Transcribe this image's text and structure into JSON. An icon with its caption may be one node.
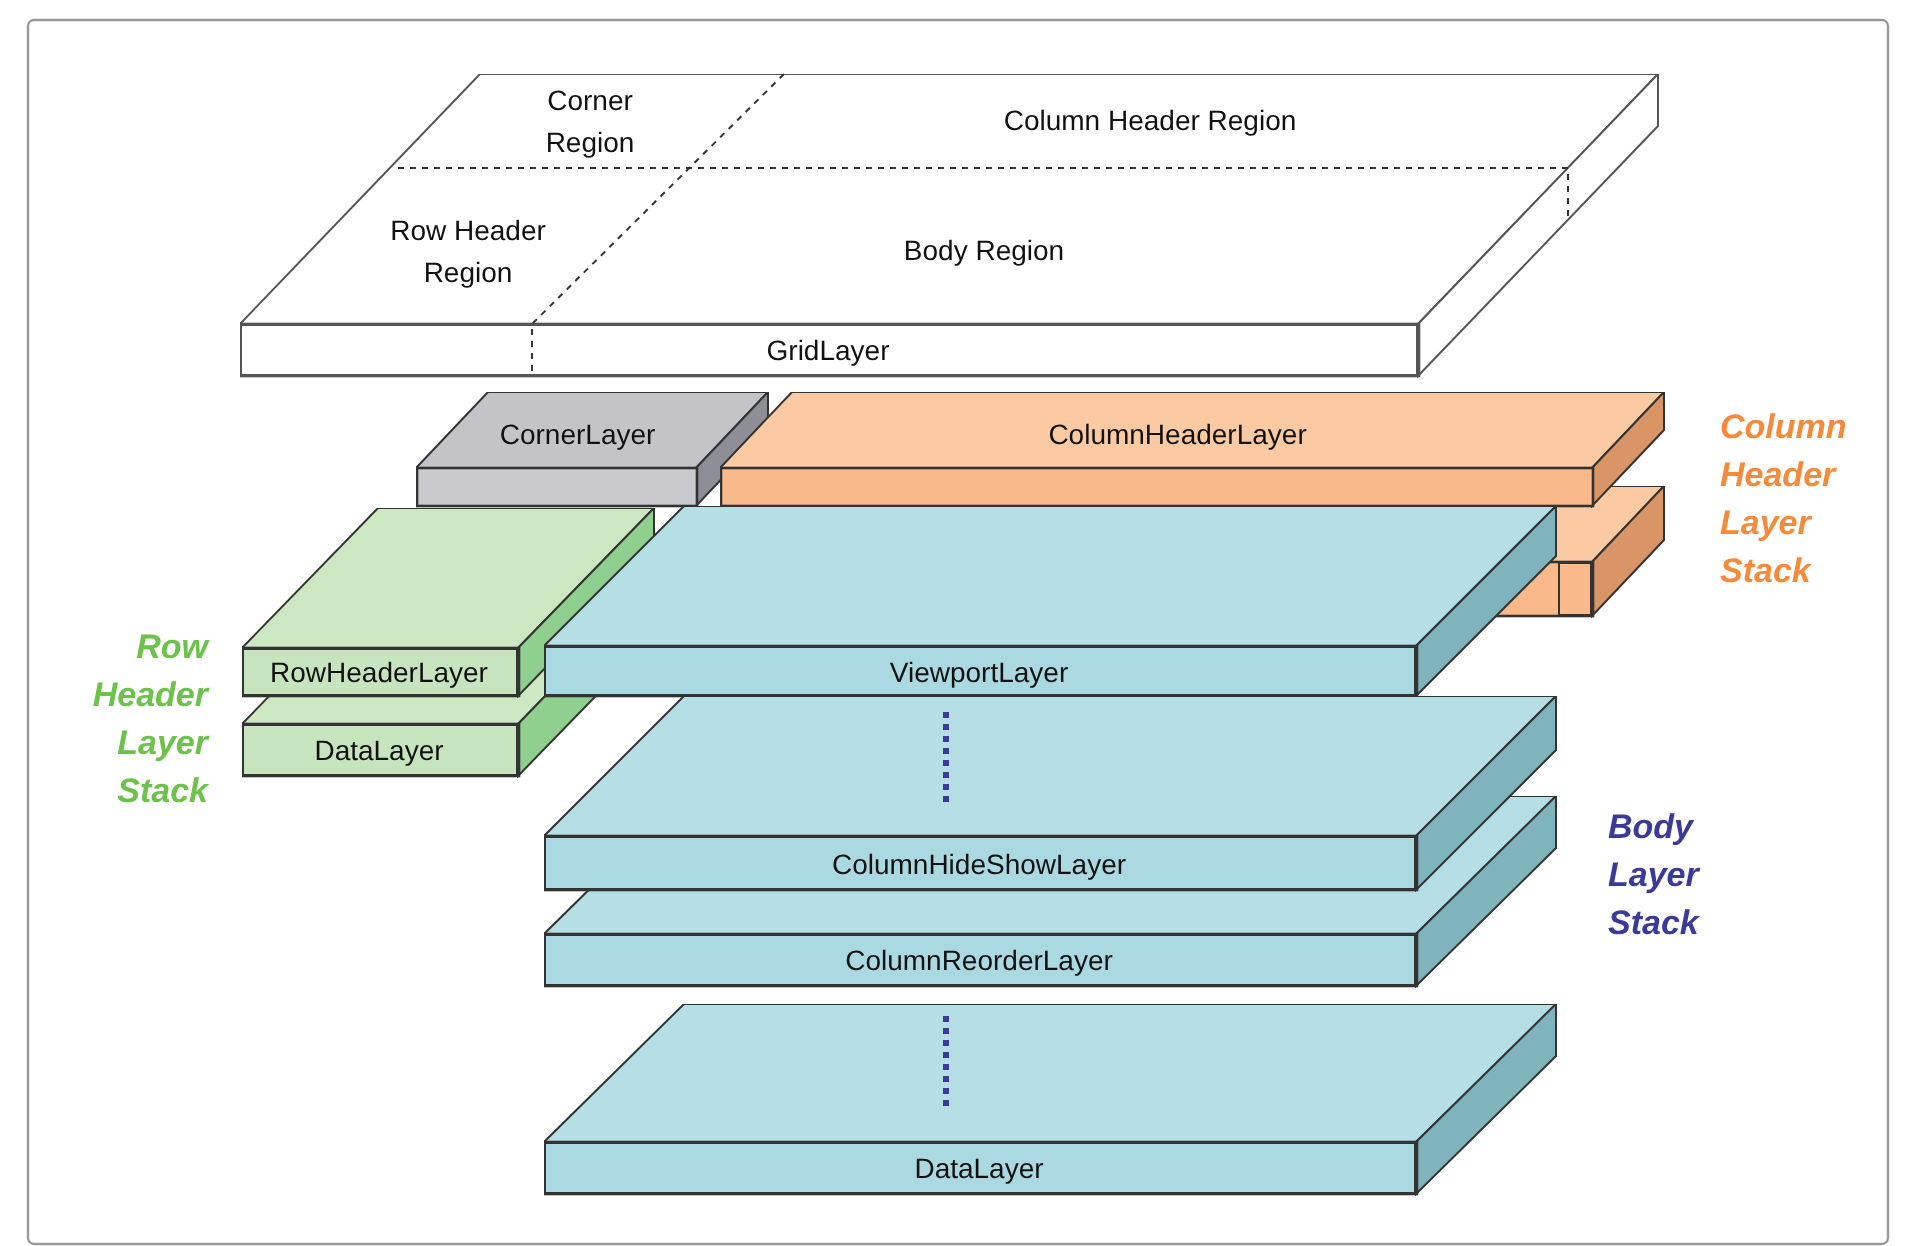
{
  "diagram": {
    "nodes": [
      {
        "text": [
          "GridLayer"
        ]
      },
      {
        "text": [
          "CornerLayer"
        ]
      },
      {
        "text": [
          "ColumnHeaderLayer"
        ]
      },
      {
        "text": [],
        "shape": "box"
      },
      {
        "text": [
          "RowHeaderLayer"
        ]
      },
      {
        "text": [
          "DataLayer"
        ]
      },
      {
        "text": [
          "ViewportLayer"
        ]
      },
      {
        "text": [
          "ColumnHideShowLayer"
        ]
      },
      {
        "text": [
          "ColumnReorderLayer"
        ]
      },
      {
        "text": [
          "DataLayer"
        ]
      }
    ],
    "labels": [
      "Corner Region",
      "Column Header Region",
      "Row Header Region",
      "Body Region",
      "Column Header Layer Stack",
      "Row Header Layer Stack",
      "Body Layer Stack"
    ]
  }
}
